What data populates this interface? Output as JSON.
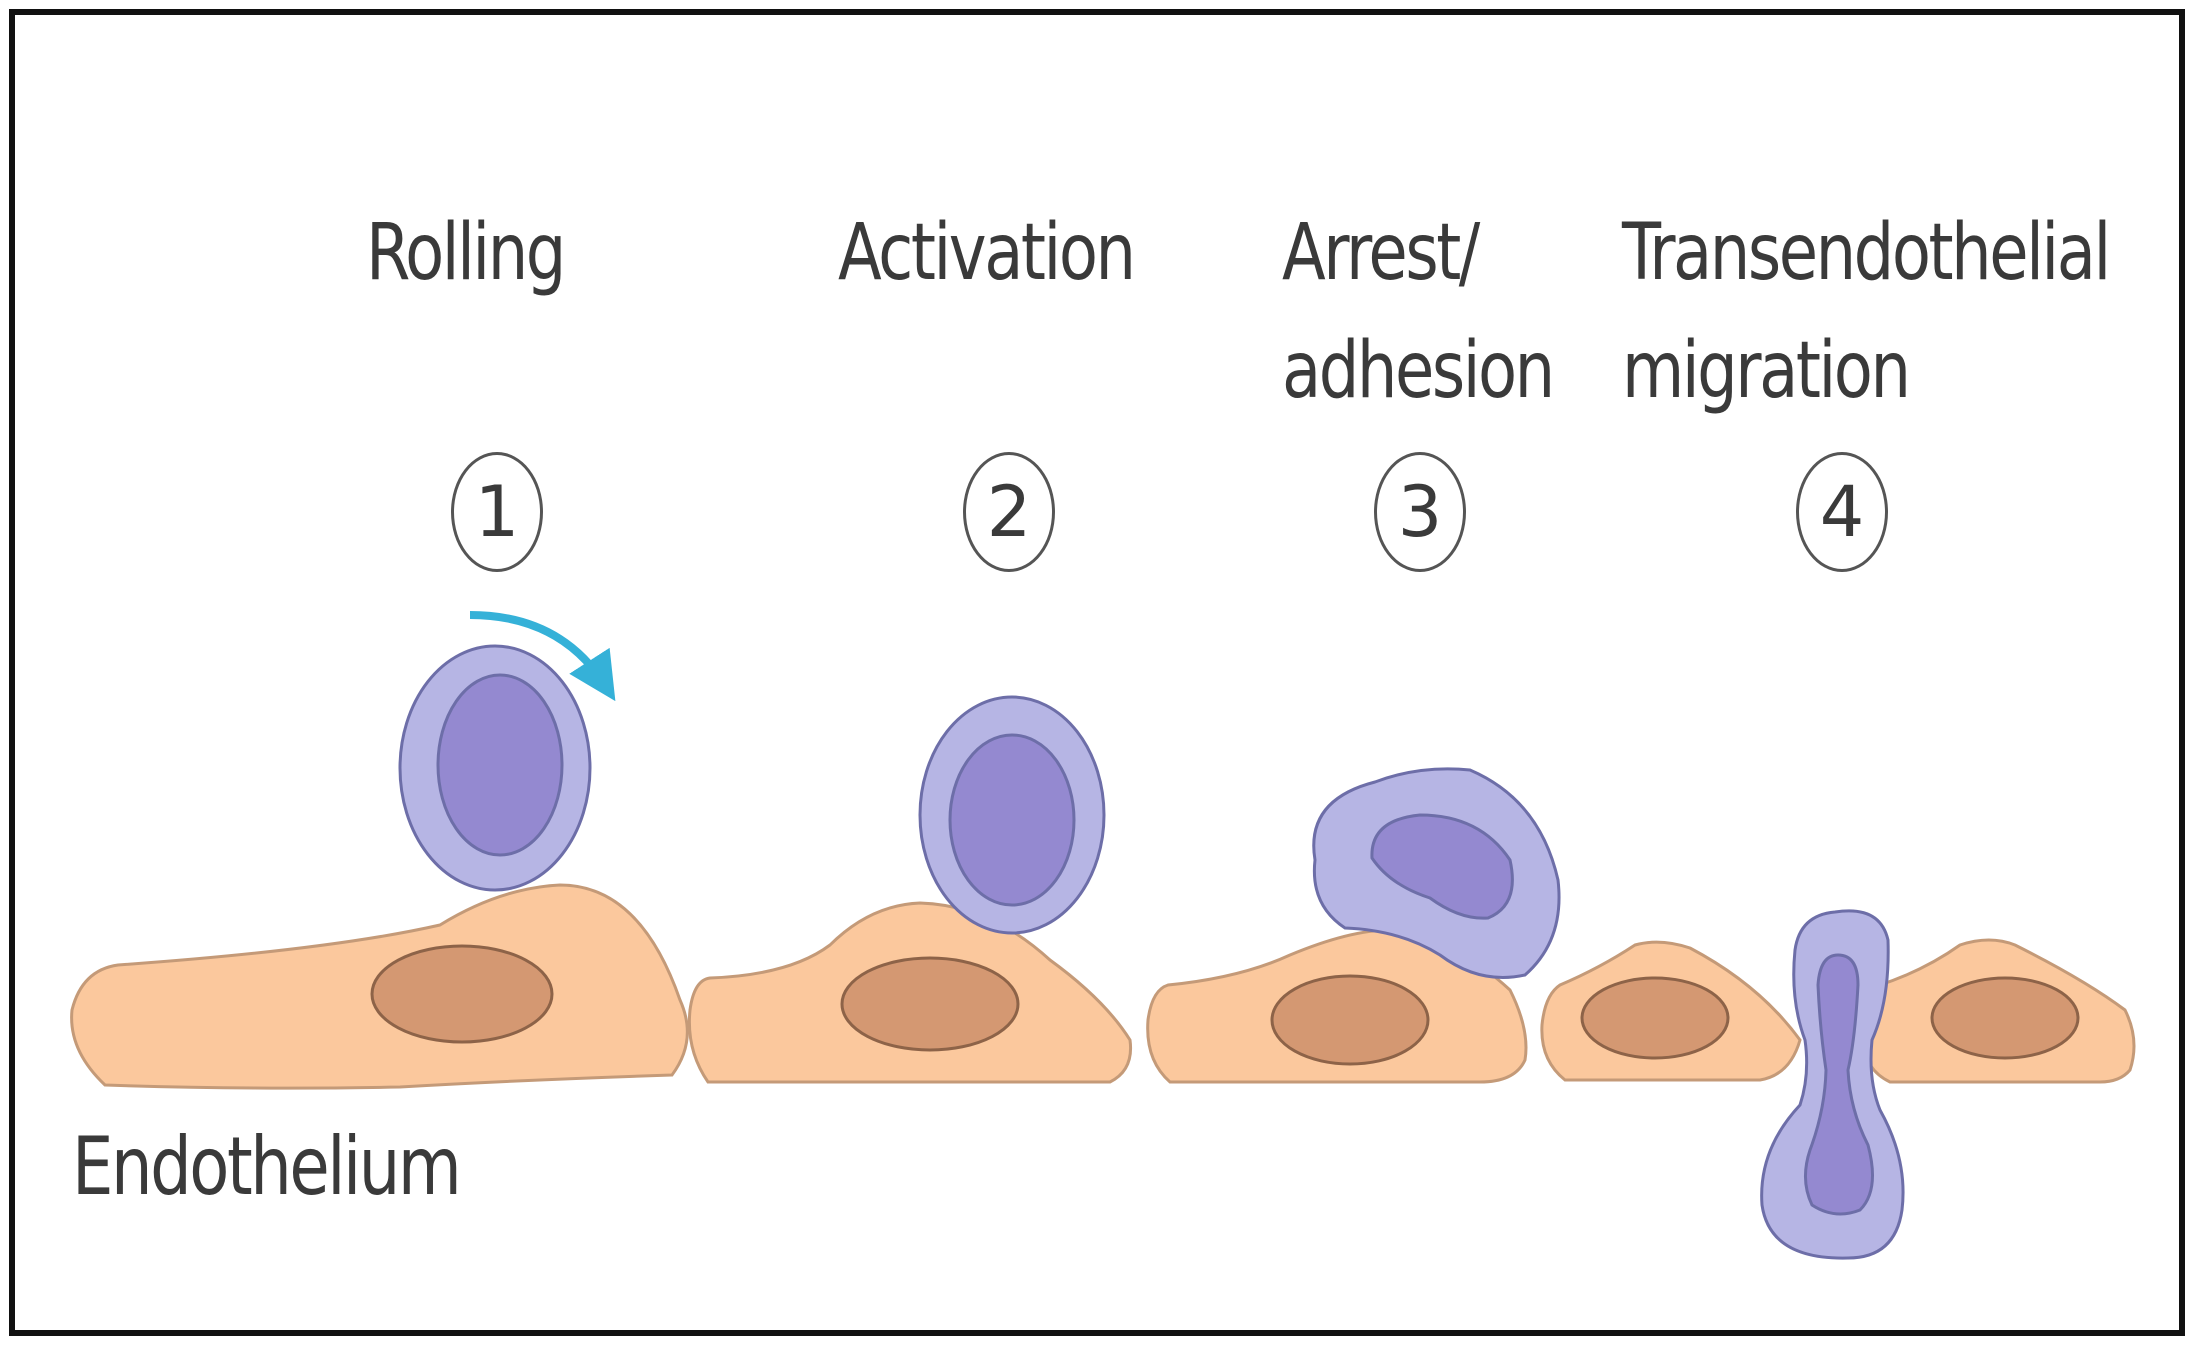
{
  "steps": [
    {
      "number": "1",
      "label_lines": [
        "Rolling"
      ]
    },
    {
      "number": "2",
      "label_lines": [
        "Activation"
      ]
    },
    {
      "number": "3",
      "label_lines": [
        "Arrest/",
        "adhesion"
      ]
    },
    {
      "number": "4",
      "label_lines": [
        "Transendothelial",
        "migration"
      ]
    }
  ],
  "endothelium_label": "Endothelium",
  "colors": {
    "endothelial_cell_fill": "#fbc89d",
    "endothelial_cell_outline": "#c49a78",
    "endothelial_nucleus_fill": "#d49872",
    "endothelial_nucleus_outline": "#8d6348",
    "leukocyte_membrane_fill": "#b6b5e4",
    "leukocyte_outline": "#6d6ea8",
    "leukocyte_nucleus_fill": "#9489d0",
    "rolling_arrow": "#35b1d8",
    "frame_border": "#111111"
  }
}
